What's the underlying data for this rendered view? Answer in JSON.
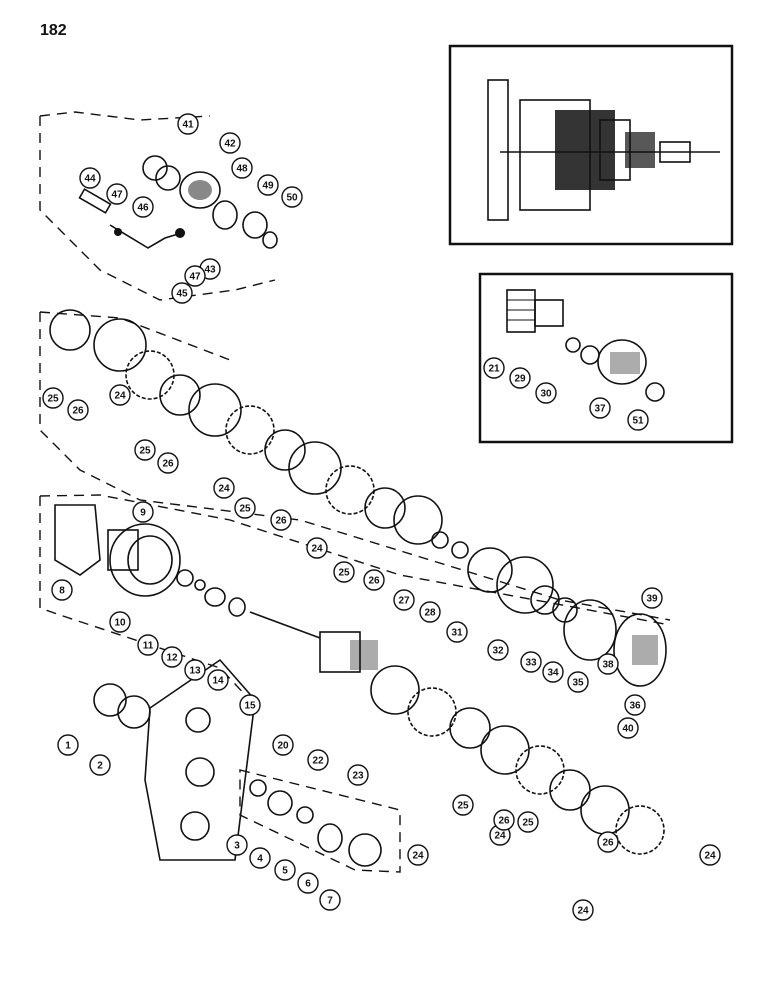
{
  "page_number": "182",
  "callouts": [
    "1",
    "2",
    "3",
    "4",
    "5",
    "6",
    "7",
    "8",
    "9",
    "10",
    "11",
    "12",
    "13",
    "14",
    "15",
    "20",
    "21",
    "22",
    "23",
    "24",
    "24",
    "24",
    "24",
    "24",
    "24",
    "24",
    "25",
    "25",
    "25",
    "25",
    "25",
    "25",
    "26",
    "26",
    "26",
    "26",
    "26",
    "26",
    "27",
    "28",
    "29",
    "30",
    "31",
    "32",
    "33",
    "34",
    "35",
    "36",
    "37",
    "38",
    "39",
    "40",
    "41",
    "42",
    "43",
    "44",
    "45",
    "46",
    "47",
    "47",
    "48",
    "49",
    "50",
    "51"
  ]
}
